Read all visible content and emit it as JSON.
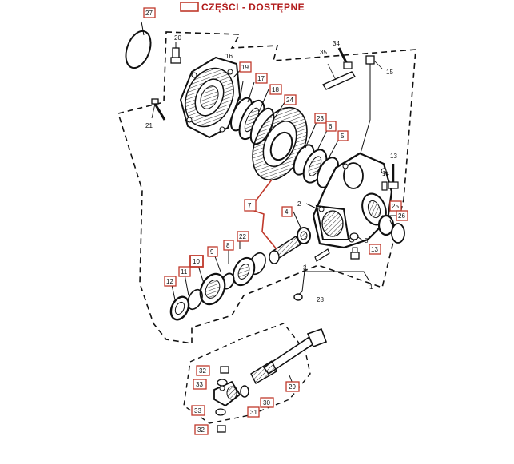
{
  "legend": {
    "text": "CZĘŚCI - DOSTĘPNE",
    "color": "#c0392b"
  },
  "part_labels": {
    "p27": "27",
    "p20": "20",
    "p16": "16",
    "p19": "19",
    "p17": "17",
    "p18": "18",
    "p24": "24",
    "p21": "21",
    "p34": "34",
    "p35": "35",
    "p15": "15",
    "p23": "23",
    "p6": "6",
    "p5": "5",
    "p13": "13",
    "p14": "14",
    "p7": "7",
    "p2": "2",
    "p4": "4",
    "p25": "25",
    "p26": "26",
    "p3": "3",
    "p22": "22",
    "p8": "8",
    "p9": "9",
    "p10": "10",
    "p11": "11",
    "p12": "12",
    "p1": "1",
    "p28": "28",
    "p29": "29",
    "p30": "30",
    "p31": "31",
    "p32a": "32",
    "p33a": "33",
    "p33b": "33",
    "p32b": "32"
  }
}
